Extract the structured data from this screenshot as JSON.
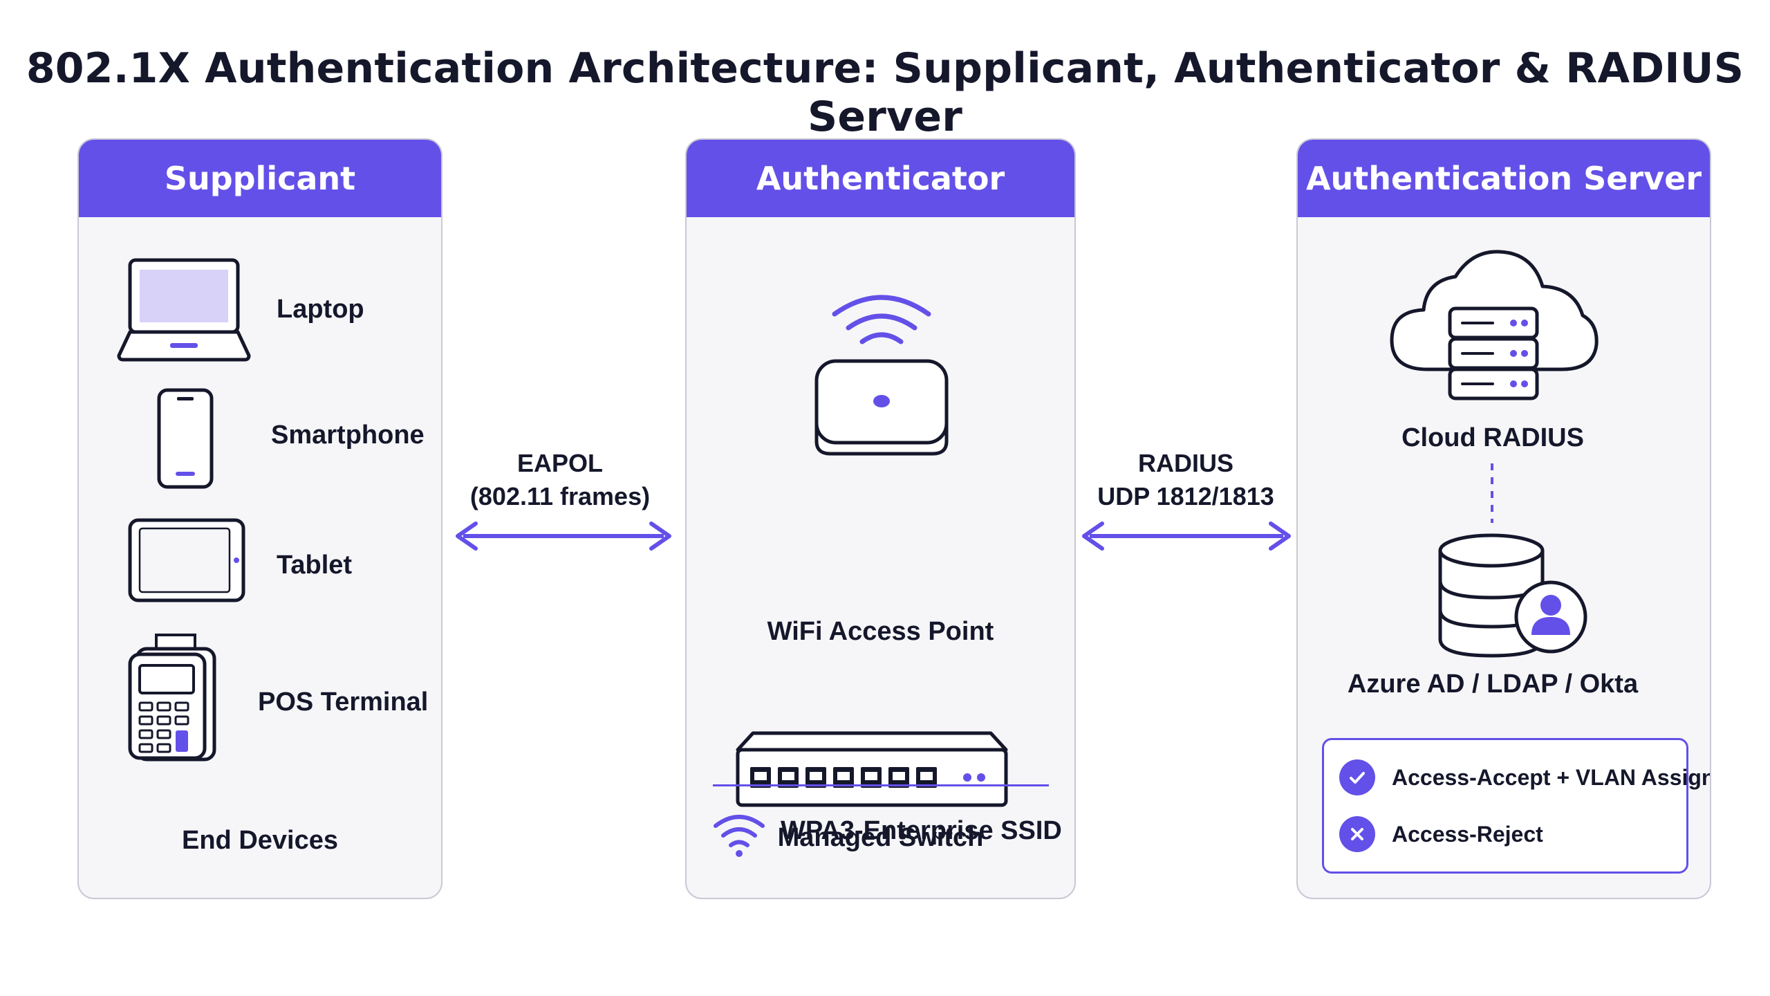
{
  "title": "802.1X Authentication Architecture: Supplicant, Authenticator & RADIUS Server",
  "colors": {
    "accent": "#6350e8",
    "panel_bg": "#f6f6f8",
    "text": "#15172b"
  },
  "supplicant": {
    "header": "Supplicant",
    "devices": [
      {
        "label": "Laptop",
        "icon": "laptop-icon"
      },
      {
        "label": "Smartphone",
        "icon": "smartphone-icon"
      },
      {
        "label": "Tablet",
        "icon": "tablet-icon"
      },
      {
        "label": "POS Terminal",
        "icon": "pos-terminal-icon"
      }
    ],
    "footer": "End Devices"
  },
  "link_eapol": {
    "line1": "EAPOL",
    "line2": "(802.11 frames)"
  },
  "authenticator": {
    "header": "Authenticator",
    "access_point": "WiFi Access Point",
    "switch": "Managed Switch",
    "ssid": "WPA3-Enterprise SSID"
  },
  "link_radius": {
    "line1": "RADIUS",
    "line2": "UDP 1812/1813"
  },
  "server": {
    "header": "Authentication Server",
    "cloud": "Cloud RADIUS",
    "directory": "Azure AD / LDAP / Okta",
    "results": [
      {
        "label": "Access-Accept + VLAN Assignment",
        "icon": "check-icon"
      },
      {
        "label": "Access-Reject",
        "icon": "x-icon"
      }
    ]
  }
}
